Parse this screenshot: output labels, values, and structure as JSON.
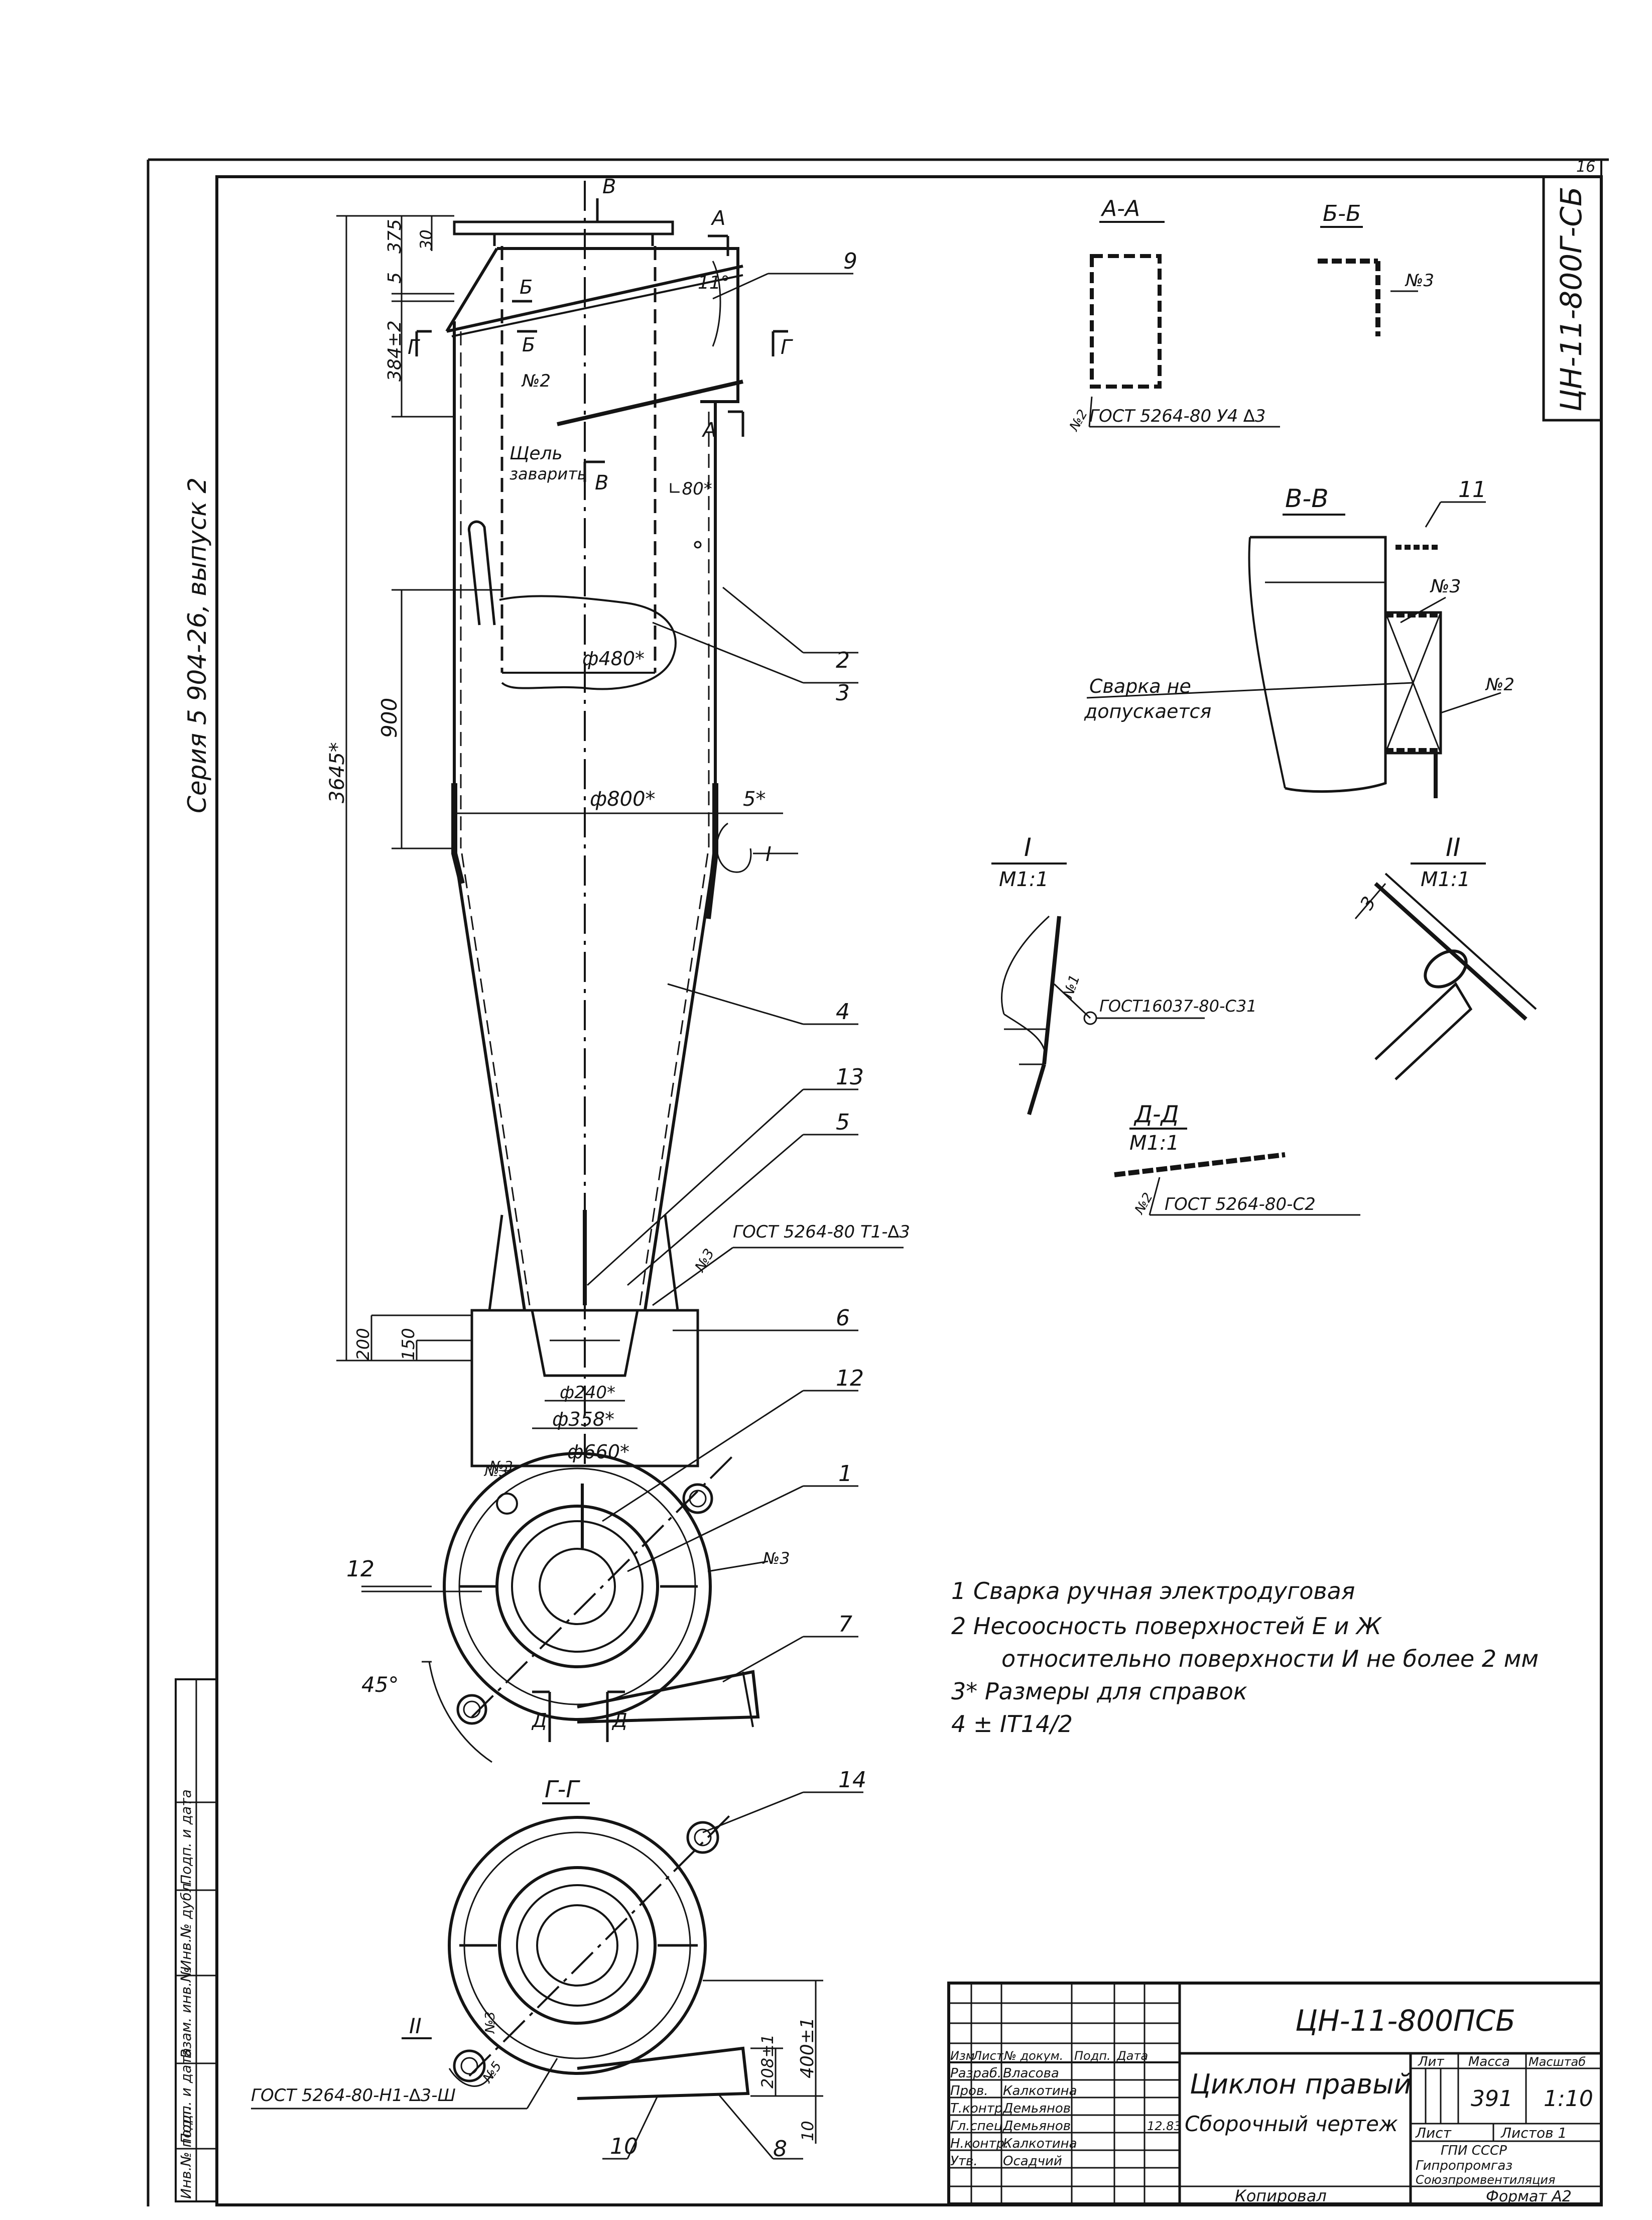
{
  "series_text": "Серия 5 904-26, выпуск 2",
  "sheet_no": "16",
  "code_top": "ЦН-11-800Г-СБ",
  "sections": {
    "aa": "А-А",
    "bb": "Б-Б",
    "vv": "В-В",
    "gg": "Г-Г",
    "dd": "Д-Д",
    "d1_num": "I",
    "d1_scale": "М1:1",
    "d2_num": "II",
    "d2_scale": "М1:1",
    "dd_scale": "М1:1"
  },
  "markers": {
    "a": "А",
    "b": "Б",
    "v": "В",
    "g": "Г",
    "d": "Д",
    "i": "I",
    "ii": "II"
  },
  "dimensions": {
    "d375": "375",
    "d30": "30",
    "d5": "5",
    "d384": "384±2",
    "d3645": "3645*",
    "d900": "900",
    "d200": "200",
    "d150": "150",
    "d480": "ф480*",
    "d800": "ф800*",
    "d5s": "5*",
    "d240": "ф240*",
    "d358": "ф358*",
    "d660": "ф660*",
    "ang11": "11°",
    "ang80": "∟80*",
    "ang45": "45°",
    "d208": "208±1",
    "d400": "400±1",
    "d10": "10",
    "d3": "3"
  },
  "callouts": {
    "c1": "1",
    "c2": "2",
    "c3": "3",
    "c4": "4",
    "c5": "5",
    "c6": "6",
    "c7": "7",
    "c8": "8",
    "c9": "9",
    "c10": "10",
    "c11": "11",
    "c12a": "12",
    "c12b": "12",
    "c13": "13",
    "c14": "14"
  },
  "labels": {
    "slot": "Щель",
    "slot2": "заварить",
    "n2": "№2",
    "n3a": "№3",
    "n3b": "№3",
    "n3c": "№3",
    "n3d": "№3",
    "n3e": "№3",
    "n2b": "№2",
    "n1": "№1",
    "n2c": "№2",
    "n5": "№5",
    "n3f": "№3",
    "weld_no": "Сварка не",
    "weld_no2": "допускается",
    "gost_aa": "ГОСТ 5264-80 У4 ∆3",
    "gost_13": "ГОСТ 5264-80 Т1-∆3",
    "gost_i": "ГОСТ16037-80-С31",
    "gost_dd": "ГОСТ 5264-80-С2",
    "gost_gg": "ГОСТ 5264-80-Н1-∆3-Ш"
  },
  "notes": [
    "1 Сварка ручная электродуговая",
    "2 Несоосность поверхностей Е и Ж",
    "относительно поверхности И не более 2 мм",
    "3* Размеры для справок",
    "4 ± IT14/2"
  ],
  "side_strip": [
    "Инв.№ подл.",
    "Подп. и дата",
    "Взам. инв.№",
    "Инв.№ дубл.",
    "Подп. и дата"
  ],
  "title_block": {
    "code": "ЦН-11-800ПСБ",
    "name1": "Циклон правый",
    "name2": "Сборочный чертеж",
    "mass": "391",
    "scale": "1:10",
    "h_lit": "Лит",
    "h_mass": "Масса",
    "h_scale": "Масштаб",
    "sheet": "Лист",
    "sheets": "Листов 1",
    "org1": "ГПИ СССР",
    "org2": "Гипропромгаз",
    "org3": "Союзпромвентиляция",
    "format": "Формат А2",
    "copied": "Копировал",
    "head": [
      "Изм",
      "Лист",
      "№ докум.",
      "Подп.",
      "Дата"
    ],
    "roles": [
      {
        "role": "Разраб.",
        "name": "Власова"
      },
      {
        "role": "Пров.",
        "name": "Калкотина"
      },
      {
        "role": "Т.контр.",
        "name": "Демьянов"
      },
      {
        "role": "Гл.спец.",
        "name": "Демьянов"
      },
      {
        "role": "Н.контр.",
        "name": "Калкотина"
      },
      {
        "role": "Утв.",
        "name": "Осадчий"
      }
    ],
    "date": "12.83"
  }
}
